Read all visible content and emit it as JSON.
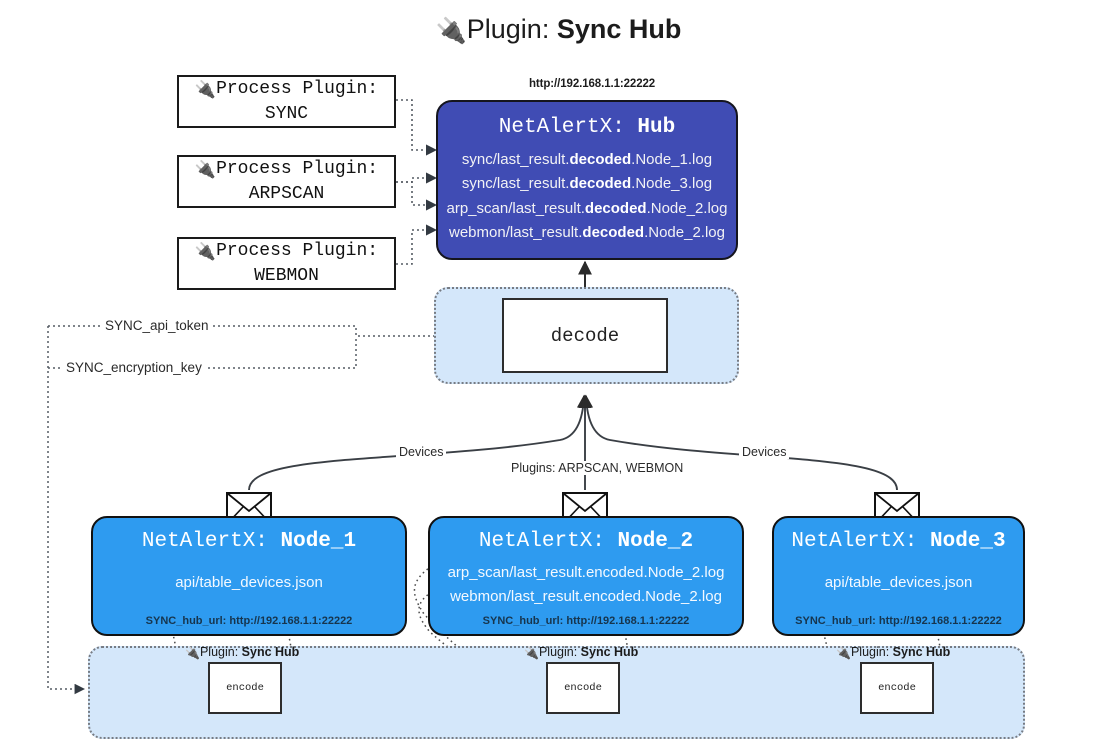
{
  "title": {
    "icon": "plug-icon",
    "prefix": "Plugin: ",
    "name": "Sync Hub"
  },
  "colors": {
    "hub_fill": "#404cb4",
    "node_fill": "#2e9bf0",
    "cluster_fill": "#d4e7fa",
    "box_stroke": "#111111",
    "page_background": "#ffffff"
  },
  "process_plugins": [
    {
      "label": "Process Plugin:",
      "name": "SYNC"
    },
    {
      "label": "Process Plugin:",
      "name": "ARPSCAN"
    },
    {
      "label": "Process Plugin:",
      "name": "WEBMON"
    }
  ],
  "hub": {
    "url": "http://192.168.1.1:22222",
    "title_prefix": "NetAlertX: ",
    "title_name": "Hub",
    "logs": [
      {
        "pre": "sync/last_result.",
        "bold": "decoded",
        "post": ".Node_1.log"
      },
      {
        "pre": "sync/last_result.",
        "bold": "decoded",
        "post": ".Node_3.log"
      },
      {
        "pre": "arp_scan/last_result.",
        "bold": "decoded",
        "post": ".Node_2.log"
      },
      {
        "pre": "webmon/last_result.",
        "bold": "decoded",
        "post": ".Node_2.log"
      }
    ]
  },
  "decode": {
    "label": "decode"
  },
  "settings": [
    {
      "label": "SYNC_api_token"
    },
    {
      "label": "SYNC_encryption_key"
    }
  ],
  "edge_labels": {
    "devices_left": "Devices",
    "devices_right": "Devices",
    "plugins_center": "Plugins: ARPSCAN, WEBMON"
  },
  "nodes": [
    {
      "title_prefix": "NetAlertX: ",
      "title_name": "Node_1",
      "lines": [
        "api/table_devices.json"
      ],
      "footer": "SYNC_hub_url: http://192.168.1.1:22222",
      "mail_icon": "envelope-icon"
    },
    {
      "title_prefix": "NetAlertX: ",
      "title_name": "Node_2",
      "lines": [
        "arp_scan/last_result.encoded.Node_2.log",
        "webmon/last_result.encoded.Node_2.log"
      ],
      "footer": "SYNC_hub_url: http://192.168.1.1:22222",
      "mail_icon": "envelope-icon"
    },
    {
      "title_prefix": "NetAlertX: ",
      "title_name": "Node_3",
      "lines": [
        "api/table_devices.json"
      ],
      "footer": "SYNC_hub_url: http://192.168.1.1:22222",
      "mail_icon": "envelope-icon"
    }
  ],
  "encoders": [
    {
      "caption_prefix": "Plugin: ",
      "caption_name": "Sync Hub",
      "label": "encode",
      "icon": "plug-icon"
    },
    {
      "caption_prefix": "Plugin: ",
      "caption_name": "Sync Hub",
      "label": "encode",
      "icon": "plug-icon"
    },
    {
      "caption_prefix": "Plugin: ",
      "caption_name": "Sync Hub",
      "label": "encode",
      "icon": "plug-icon"
    }
  ]
}
